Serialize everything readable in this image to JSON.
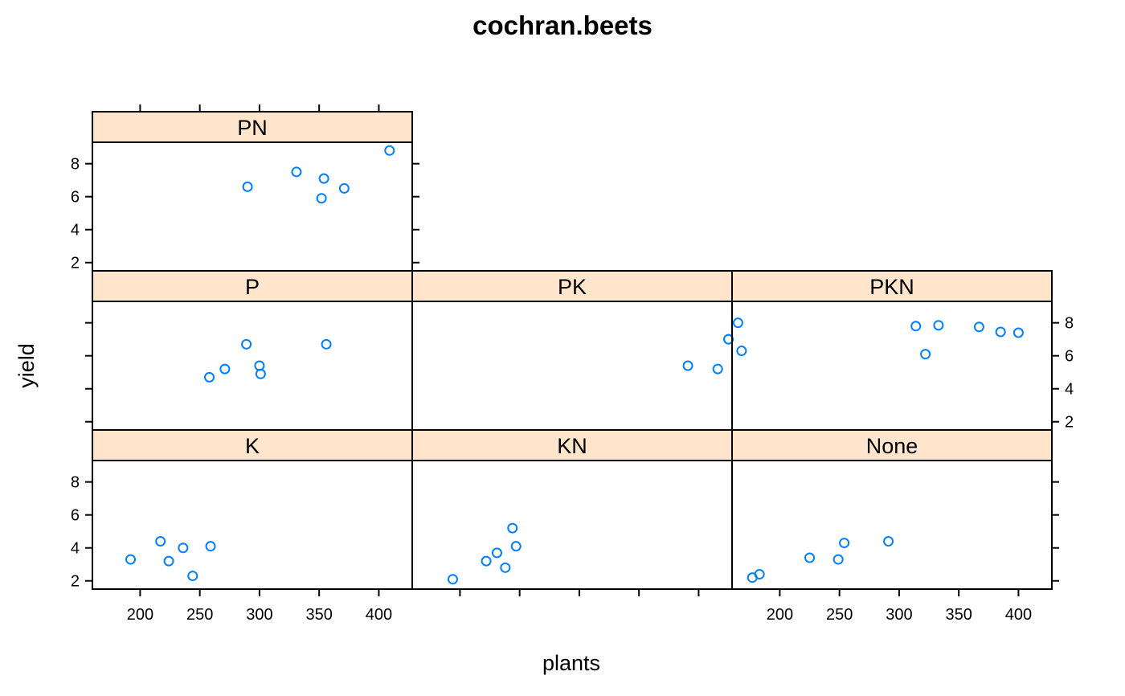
{
  "chart_data": {
    "type": "scatter",
    "title": "cochran.beets",
    "xlabel": "plants",
    "ylabel": "yield",
    "xlim": [
      160,
      428
    ],
    "ylim": [
      1.5,
      9.3
    ],
    "x_ticks": [
      200,
      250,
      300,
      350,
      400
    ],
    "x_tick_labels": [
      "200",
      "250",
      "300",
      "350",
      "400"
    ],
    "y_ticks": [
      2,
      4,
      6,
      8
    ],
    "y_tick_labels": [
      "2",
      "4",
      "6",
      "8"
    ],
    "layout": "3 columns x 3 rows, lattice",
    "strip_color": "#FFE5CC",
    "point_color": "#0080FF",
    "marker": "open circle",
    "panels": [
      {
        "name": "PN",
        "row": 0,
        "col": 0,
        "points": [
          [
            290,
            6.6
          ],
          [
            331,
            7.5
          ],
          [
            354,
            7.1
          ],
          [
            352,
            5.9
          ],
          [
            371,
            6.5
          ],
          [
            409,
            8.8
          ]
        ]
      },
      {
        "name": "P",
        "row": 1,
        "col": 0,
        "points": [
          [
            258,
            4.7
          ],
          [
            271,
            5.2
          ],
          [
            289,
            6.7
          ],
          [
            300,
            5.4
          ],
          [
            301,
            4.9
          ],
          [
            356,
            6.7
          ]
        ]
      },
      {
        "name": "PK",
        "row": 1,
        "col": 1,
        "points": [
          [
            391,
            5.4
          ],
          [
            416,
            5.2
          ],
          [
            425,
            7.0
          ],
          [
            425,
            7.0
          ],
          [
            433,
            8.0
          ],
          [
            436,
            6.3
          ]
        ]
      },
      {
        "name": "PKN",
        "row": 1,
        "col": 2,
        "points": [
          [
            314,
            7.8
          ],
          [
            322,
            6.1
          ],
          [
            333,
            7.85
          ],
          [
            367,
            7.75
          ],
          [
            385,
            7.45
          ],
          [
            400,
            7.4
          ]
        ]
      },
      {
        "name": "K",
        "row": 2,
        "col": 0,
        "points": [
          [
            192,
            3.3
          ],
          [
            217,
            4.4
          ],
          [
            224,
            3.2
          ],
          [
            236,
            4.0
          ],
          [
            244,
            2.3
          ],
          [
            259,
            4.1
          ]
        ]
      },
      {
        "name": "KN",
        "row": 2,
        "col": 1,
        "points": [
          [
            194,
            2.1
          ],
          [
            222,
            3.2
          ],
          [
            231,
            3.7
          ],
          [
            238,
            2.8
          ],
          [
            244,
            5.2
          ],
          [
            247,
            4.1
          ]
        ]
      },
      {
        "name": "None",
        "row": 2,
        "col": 2,
        "points": [
          [
            177,
            2.2
          ],
          [
            183,
            2.4
          ],
          [
            225,
            3.4
          ],
          [
            249,
            3.3
          ],
          [
            254,
            4.3
          ],
          [
            291,
            4.4
          ]
        ]
      }
    ]
  }
}
